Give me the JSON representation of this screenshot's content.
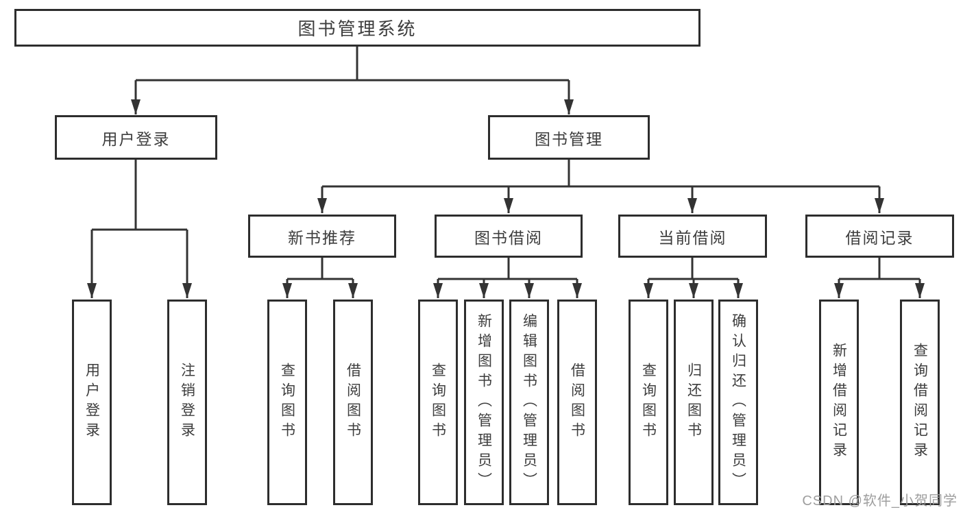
{
  "colors": {
    "line": "#333333",
    "box_border": "#2d2d2d",
    "text": "#3d3d3d",
    "background": "#ffffff",
    "watermark": "#9e9e9e"
  },
  "watermark": {
    "text": "CSDN @软件_小贺同学"
  },
  "tree": {
    "root": {
      "label": "图书管理系统",
      "children": [
        {
          "label": "用户登录",
          "children": [
            {
              "label": "用户登录"
            },
            {
              "label": "注销登录"
            }
          ]
        },
        {
          "label": "图书管理",
          "children": [
            {
              "label": "新书推荐",
              "children": [
                {
                  "label": "查询图书"
                },
                {
                  "label": "借阅图书"
                }
              ]
            },
            {
              "label": "图书借阅",
              "children": [
                {
                  "label": "查询图书"
                },
                {
                  "label": "新增图书（管理员）"
                },
                {
                  "label": "编辑图书（管理员）"
                },
                {
                  "label": "借阅图书"
                }
              ]
            },
            {
              "label": "当前借阅",
              "children": [
                {
                  "label": "查询图书"
                },
                {
                  "label": "归还图书"
                },
                {
                  "label": "确认归还（管理员）"
                }
              ]
            },
            {
              "label": "借阅记录",
              "children": [
                {
                  "label": "新增借阅记录"
                },
                {
                  "label": "查询借阅记录"
                }
              ]
            }
          ]
        }
      ]
    }
  }
}
